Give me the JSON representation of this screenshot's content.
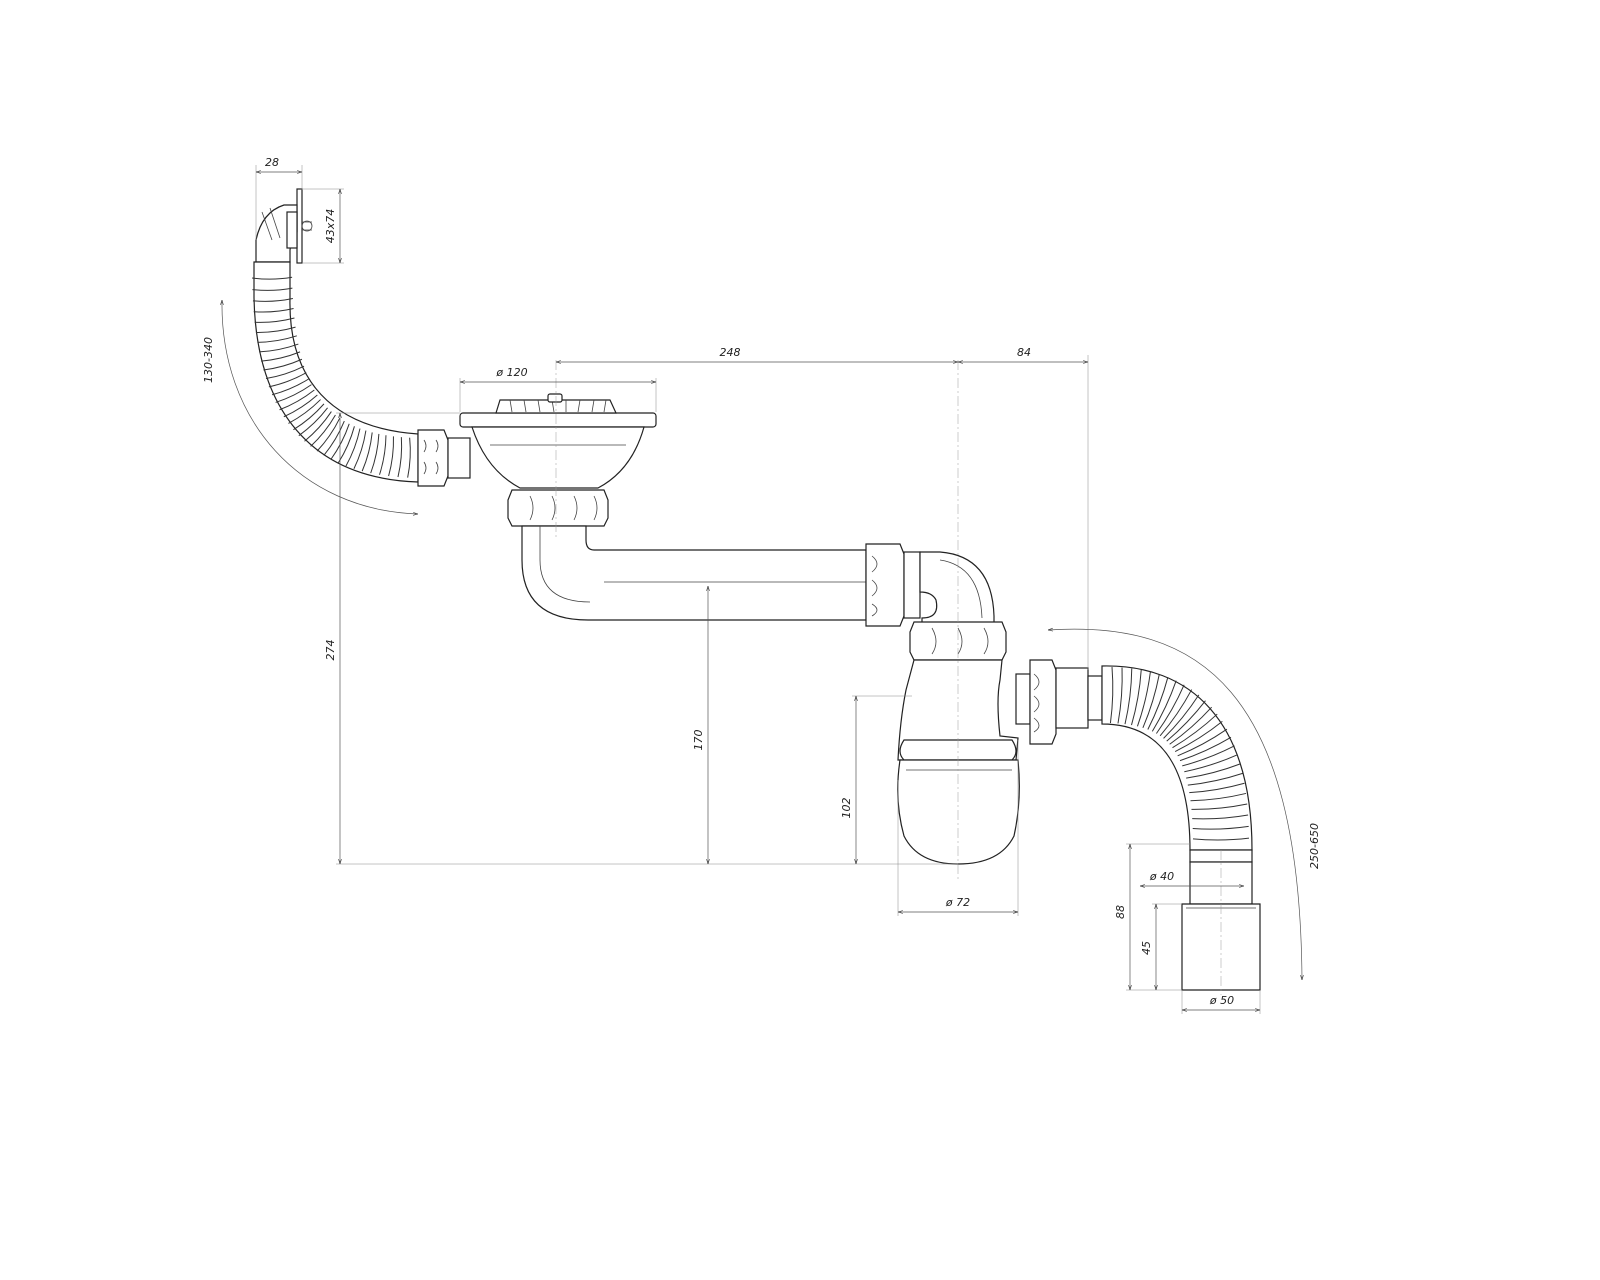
{
  "dimensions": {
    "overflow_width": "28",
    "overflow_size": "43x74",
    "overflow_hose_length": "130-340",
    "strainer_diameter": "ø 120",
    "strainer_to_trap": "248",
    "trap_to_outlet": "84",
    "total_height": "274",
    "pipe_height": "170",
    "trap_height": "102",
    "trap_diameter": "ø 72",
    "outlet_hose_length": "250-650",
    "outlet_inner_diameter": "ø 40",
    "outlet_total_height": "88",
    "outlet_socket_height": "45",
    "outlet_outer_diameter": "ø 50"
  },
  "colors": {
    "line": "#222222",
    "background": "#ffffff"
  }
}
